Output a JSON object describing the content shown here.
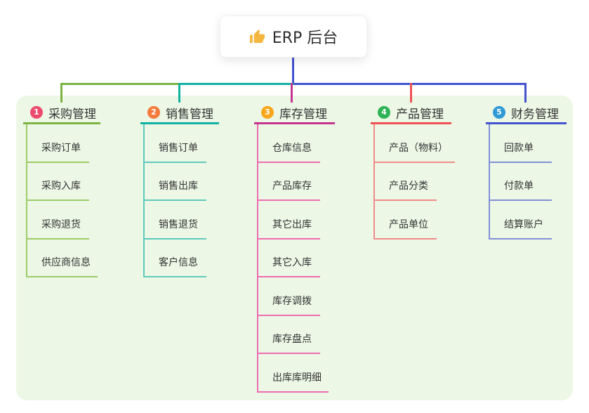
{
  "root": {
    "title": "ERP 后台",
    "icon": "thumbs-up"
  },
  "colors": {
    "canvas_background": "#ffffff",
    "panel_background": "#ecf7e6",
    "root_connector": "#4353ce"
  },
  "branches": [
    {
      "index": "1",
      "title": "采购管理",
      "badge_color": "#ed4b6d",
      "line_color": "#7cb342",
      "item_line_color": "#9ccc65",
      "items": [
        "采购订单",
        "采购入库",
        "采购退货",
        "供应商信息"
      ]
    },
    {
      "index": "2",
      "title": "销售管理",
      "badge_color": "#f57b3c",
      "line_color": "#12b2a2",
      "item_line_color": "#5ecabc",
      "items": [
        "销售订单",
        "销售出库",
        "销售退货",
        "客户信息"
      ]
    },
    {
      "index": "3",
      "title": "库存管理",
      "badge_color": "#f9a61c",
      "line_color": "#c5348f",
      "item_line_color": "#ee6cb0",
      "items": [
        "仓库信息",
        "产品库存",
        "其它出库",
        "其它入库",
        "库存调拨",
        "库存盘点",
        "出库库明细"
      ]
    },
    {
      "index": "4",
      "title": "产品管理",
      "badge_color": "#30b356",
      "line_color": "#ee5253",
      "item_line_color": "#f28b88",
      "items": [
        "产品（物料）",
        "产品分类",
        "产品单位"
      ]
    },
    {
      "index": "5",
      "title": "财务管理",
      "badge_color": "#2f9ad6",
      "line_color": "#4353ce",
      "item_line_color": "#8090d6",
      "items": [
        "回款单",
        "付款单",
        "结算账户"
      ]
    }
  ]
}
